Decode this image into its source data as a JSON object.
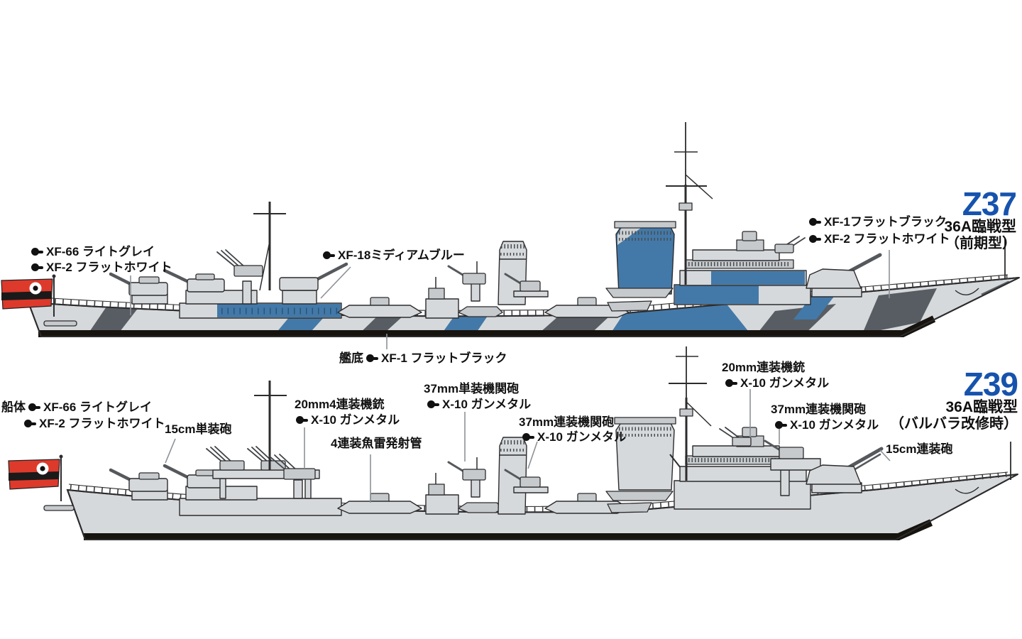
{
  "colors": {
    "title_blue": "#1653ad",
    "camo_medium_blue": "#4379a8",
    "camo_dark_gray": "#585d63",
    "hull_light_gray": "#d6d9db",
    "hull_bottom_black": "#17130e",
    "flag_red": "#dd3a2c"
  },
  "ship_top": {
    "name": "Z37",
    "variant": "36A臨戦型",
    "variant_note": "（前期型）",
    "labels": {
      "hull_line1": "XF-66 ライトグレイ",
      "hull_line2": "XF-2 フラットホワイト",
      "camo_blue": "XF-18ミディアムブルー",
      "dark_line1": "XF-1フラットブラック",
      "dark_line2": "XF-2 フラットホワイト",
      "bottom_prefix": "艦底",
      "bottom_paint": "XF-1 フラットブラック"
    }
  },
  "ship_bottom": {
    "name": "Z39",
    "variant": "36A臨戦型",
    "variant_note": "（バルバラ改修時）",
    "labels": {
      "hull_prefix": "船体",
      "hull_line1": "XF-66 ライトグレイ",
      "hull_line2": "XF-2 フラットホワイト",
      "gun_15cm_single": "15cm単装砲",
      "aa_20mm_quad": "20mm4連装機銃",
      "aa_20mm_quad_paint": "X-10 ガンメタル",
      "torpedo": "4連装魚雷発射管",
      "gun_37mm_single": "37mm単装機関砲",
      "gun_37mm_single_paint": "X-10 ガンメタル",
      "gun_37mm_twin_mid": "37mm連装機関砲",
      "gun_37mm_twin_mid_paint": "X-10 ガンメタル",
      "aa_20mm_twin": "20mm連装機銃",
      "aa_20mm_twin_paint": "X-10 ガンメタル",
      "gun_37mm_twin_fwd": "37mm連装機関砲",
      "gun_37mm_twin_fwd_paint": "X-10 ガンメタル",
      "gun_15cm_twin": "15cm連装砲"
    }
  }
}
